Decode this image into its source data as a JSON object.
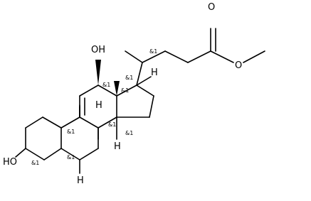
{
  "molecule": {
    "atoms": {
      "oh_12": "OH",
      "oh_3": "HO",
      "ester_o_carbonyl": "O",
      "ester_o_methoxy": "O",
      "h_17": "H",
      "h_8": "H",
      "h_14": "H",
      "h_5": "H"
    },
    "stereo_label": "&1",
    "colors": {
      "stroke": "#000000",
      "background": "#ffffff"
    }
  }
}
